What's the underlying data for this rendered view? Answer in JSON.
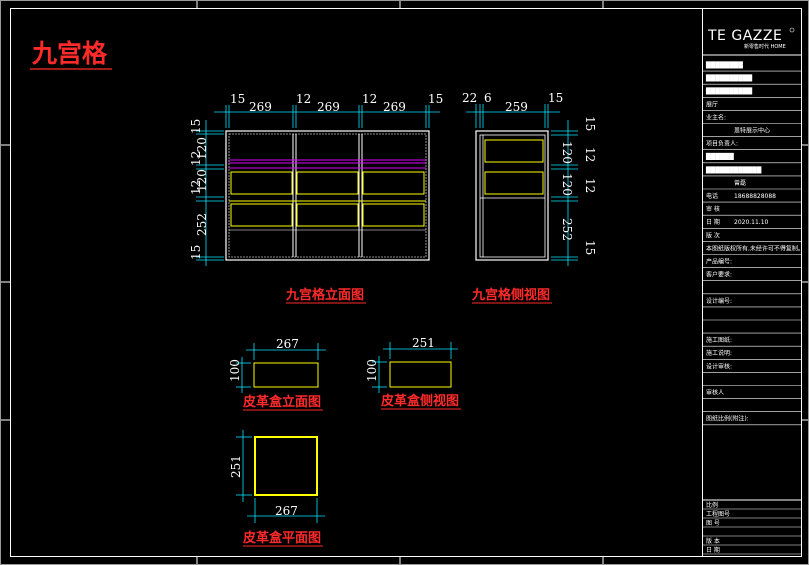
{
  "sheet_title": "九宫格",
  "brand": {
    "name": "TE GAZZE",
    "tagline": "新零售时代 HOME"
  },
  "views": {
    "grid_front": {
      "title": "九宫格立面图",
      "top_dims": [
        "15",
        "269",
        "12",
        "269",
        "12",
        "269",
        "15"
      ],
      "left_dims": [
        "15",
        "12",
        "120",
        "12",
        "120",
        "252",
        "15"
      ]
    },
    "grid_side": {
      "title": "九宫格侧视图",
      "top_dims": [
        "22",
        "6",
        "259",
        "15"
      ],
      "right_dims": [
        "15",
        "120",
        "12",
        "120",
        "12",
        "252",
        "15"
      ]
    },
    "box_front": {
      "title": "皮革盒立面图",
      "width": "267",
      "height": "100"
    },
    "box_side": {
      "title": "皮革盒侧视图",
      "width": "251",
      "height": "100"
    },
    "box_plan": {
      "title": "皮革盒平面图",
      "width": "267",
      "depth": "251"
    }
  },
  "title_block": {
    "rows": [
      {
        "label": "████████",
        "value": ""
      },
      {
        "label": "██████████",
        "value": ""
      },
      {
        "label": "██████████",
        "value": ""
      },
      {
        "label": "展厅",
        "value": ""
      },
      {
        "label": "业主名:",
        "value": ""
      },
      {
        "label": "",
        "value": "恩特展示中心"
      },
      {
        "label": "项目负责人:",
        "value": ""
      },
      {
        "label": "██████",
        "value": ""
      },
      {
        "label": "████████████",
        "value": ""
      },
      {
        "label": "",
        "value": "曾磊"
      },
      {
        "label": "电话",
        "value": "18688828088"
      },
      {
        "label": "审 核",
        "value": ""
      },
      {
        "label": "日 期",
        "value": "2020.11.10"
      },
      {
        "label": "版 次",
        "value": ""
      },
      {
        "label": "本图纸版权所有,未经许可不得复制。",
        "value": ""
      },
      {
        "label": "产品编号:",
        "value": ""
      },
      {
        "label": "客户要求:",
        "value": ""
      },
      {
        "label": "",
        "value": ""
      },
      {
        "label": "设计编号:",
        "value": ""
      },
      {
        "label": "",
        "value": ""
      },
      {
        "label": "",
        "value": ""
      },
      {
        "label": "施工图纸:",
        "value": ""
      },
      {
        "label": "施工说明:",
        "value": ""
      },
      {
        "label": "设计审核:",
        "value": ""
      },
      {
        "label": "",
        "value": ""
      },
      {
        "label": "审核人",
        "value": ""
      },
      {
        "label": "",
        "value": ""
      },
      {
        "label": "图纸比例(附注):",
        "value": ""
      }
    ],
    "bottom_rows": [
      "比例",
      "工程图号",
      "图 号",
      "",
      "版 本",
      "日 期"
    ]
  },
  "colors": {
    "background": "#000000",
    "frame": "#ffffff",
    "dimension": "#00e5ff",
    "outline": "#ffffff",
    "shelf_yellow": "#ffff00",
    "shelf_magenta": "#e000ff",
    "title_red": "#ff2a2a"
  }
}
